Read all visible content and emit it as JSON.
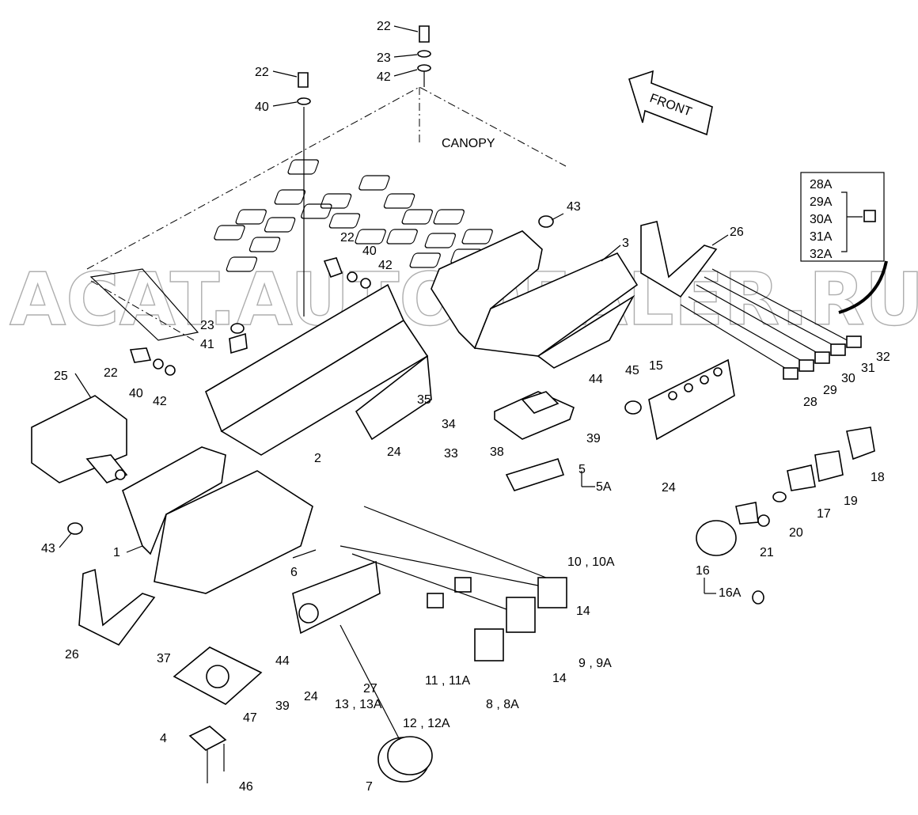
{
  "canopy_label": "CANOPY",
  "front_label": "FRONT",
  "watermark": "ACAT.AUTODEALER.RU",
  "inset_labels": [
    "28A",
    "29A",
    "30A",
    "31A",
    "32A"
  ],
  "callouts": {
    "c22a": "22",
    "c23a": "23",
    "c42a": "42",
    "c22b": "22",
    "c40b": "40",
    "c43a": "43",
    "c3": "3",
    "c26a": "26",
    "c22c": "22",
    "c40c": "40",
    "c42c": "42",
    "c23c": "23",
    "c41": "41",
    "c22d": "22",
    "c40d": "40",
    "c42d": "42",
    "c25": "25",
    "c2": "2",
    "c35": "35",
    "c34": "34",
    "c24a": "24",
    "c33": "33",
    "c44a": "44",
    "c45": "45",
    "c15": "15",
    "c39a": "39",
    "c38": "38",
    "c5": "5",
    "c5a": "5A",
    "c24b": "24",
    "c32": "32",
    "c31": "31",
    "c30": "30",
    "c29": "29",
    "c28": "28",
    "c18": "18",
    "c19": "19",
    "c17": "17",
    "c20": "20",
    "c21": "21",
    "c16": "16",
    "c16a": "16A",
    "c43b": "43",
    "c1": "1",
    "c26b": "26",
    "c6": "6",
    "c10": "10 , 10A",
    "c14a": "14",
    "c9": "9 , 9A",
    "c14b": "14",
    "c11": "11 , 11A",
    "c8": "8 , 8A",
    "c27": "27",
    "c13": "13 , 13A",
    "c12": "12 , 12A",
    "c24c": "24",
    "c37": "37",
    "c44b": "44",
    "c39b": "39",
    "c47": "47",
    "c4": "4",
    "c46": "46",
    "c7": "7"
  }
}
